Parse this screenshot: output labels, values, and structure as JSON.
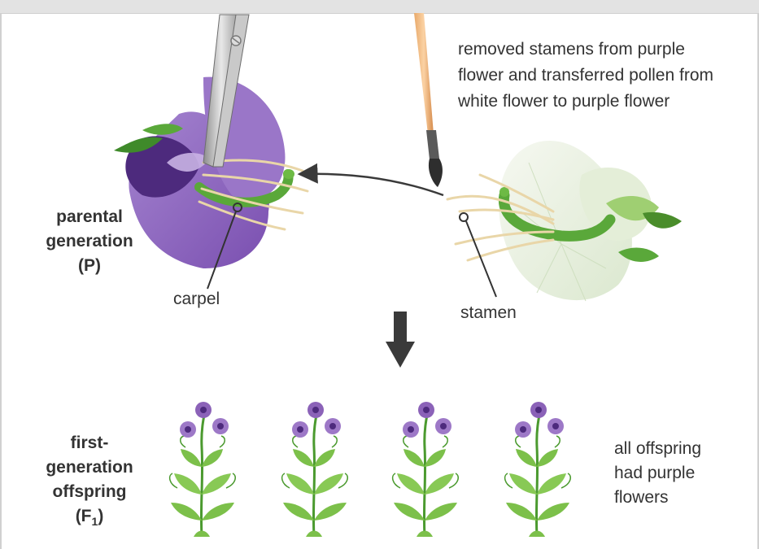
{
  "procedure_caption": {
    "line1": "removed stamens from purple",
    "line2": "flower and transferred pollen from",
    "line3": "white flower to purple flower"
  },
  "parental_label": {
    "line1": "parental",
    "line2": "generation",
    "line3": "(P)"
  },
  "carpel_label": "carpel",
  "stamen_label": "stamen",
  "offspring_label": {
    "line1": "first-",
    "line2": "generation",
    "line3": "offspring",
    "line4_prefix": "(F",
    "line4_subscript": "1",
    "line4_suffix": ")"
  },
  "offspring_result": {
    "line1": "all offspring",
    "line2": "had purple",
    "line3": "flowers"
  },
  "colors": {
    "purple_petal": "#8b62b8",
    "dark_purple": "#4d2a7d",
    "white_petal": "#eef3e6",
    "leaf_green": "#7cc04a",
    "dark_green": "#3f8a2a",
    "arrow": "#3a3a3a"
  }
}
